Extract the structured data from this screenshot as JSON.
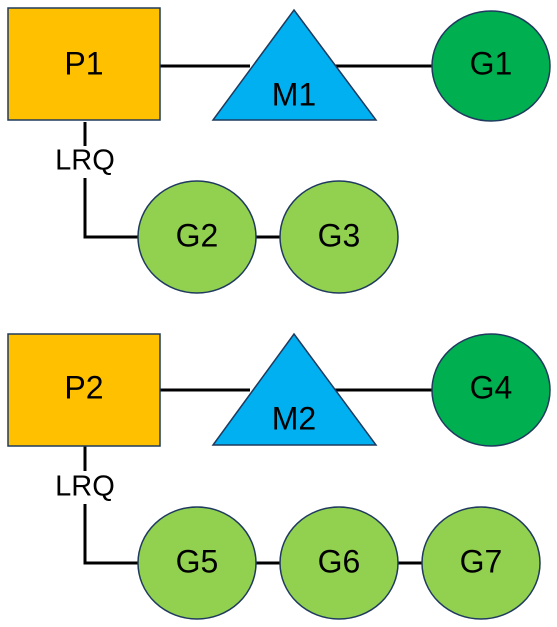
{
  "colors": {
    "processor": "#FFC000",
    "machine": "#00B0F0",
    "goroutine_running": "#00B050",
    "goroutine_queued": "#92D050",
    "edge": "#000000",
    "outline": "#1F3A5F"
  },
  "groups": [
    {
      "processor": "P1",
      "machine": "M1",
      "running": "G1",
      "queue_label": "LRQ",
      "queue": [
        "G2",
        "G3"
      ]
    },
    {
      "processor": "P2",
      "machine": "M2",
      "running": "G4",
      "queue_label": "LRQ",
      "queue": [
        "G5",
        "G6",
        "G7"
      ]
    }
  ]
}
